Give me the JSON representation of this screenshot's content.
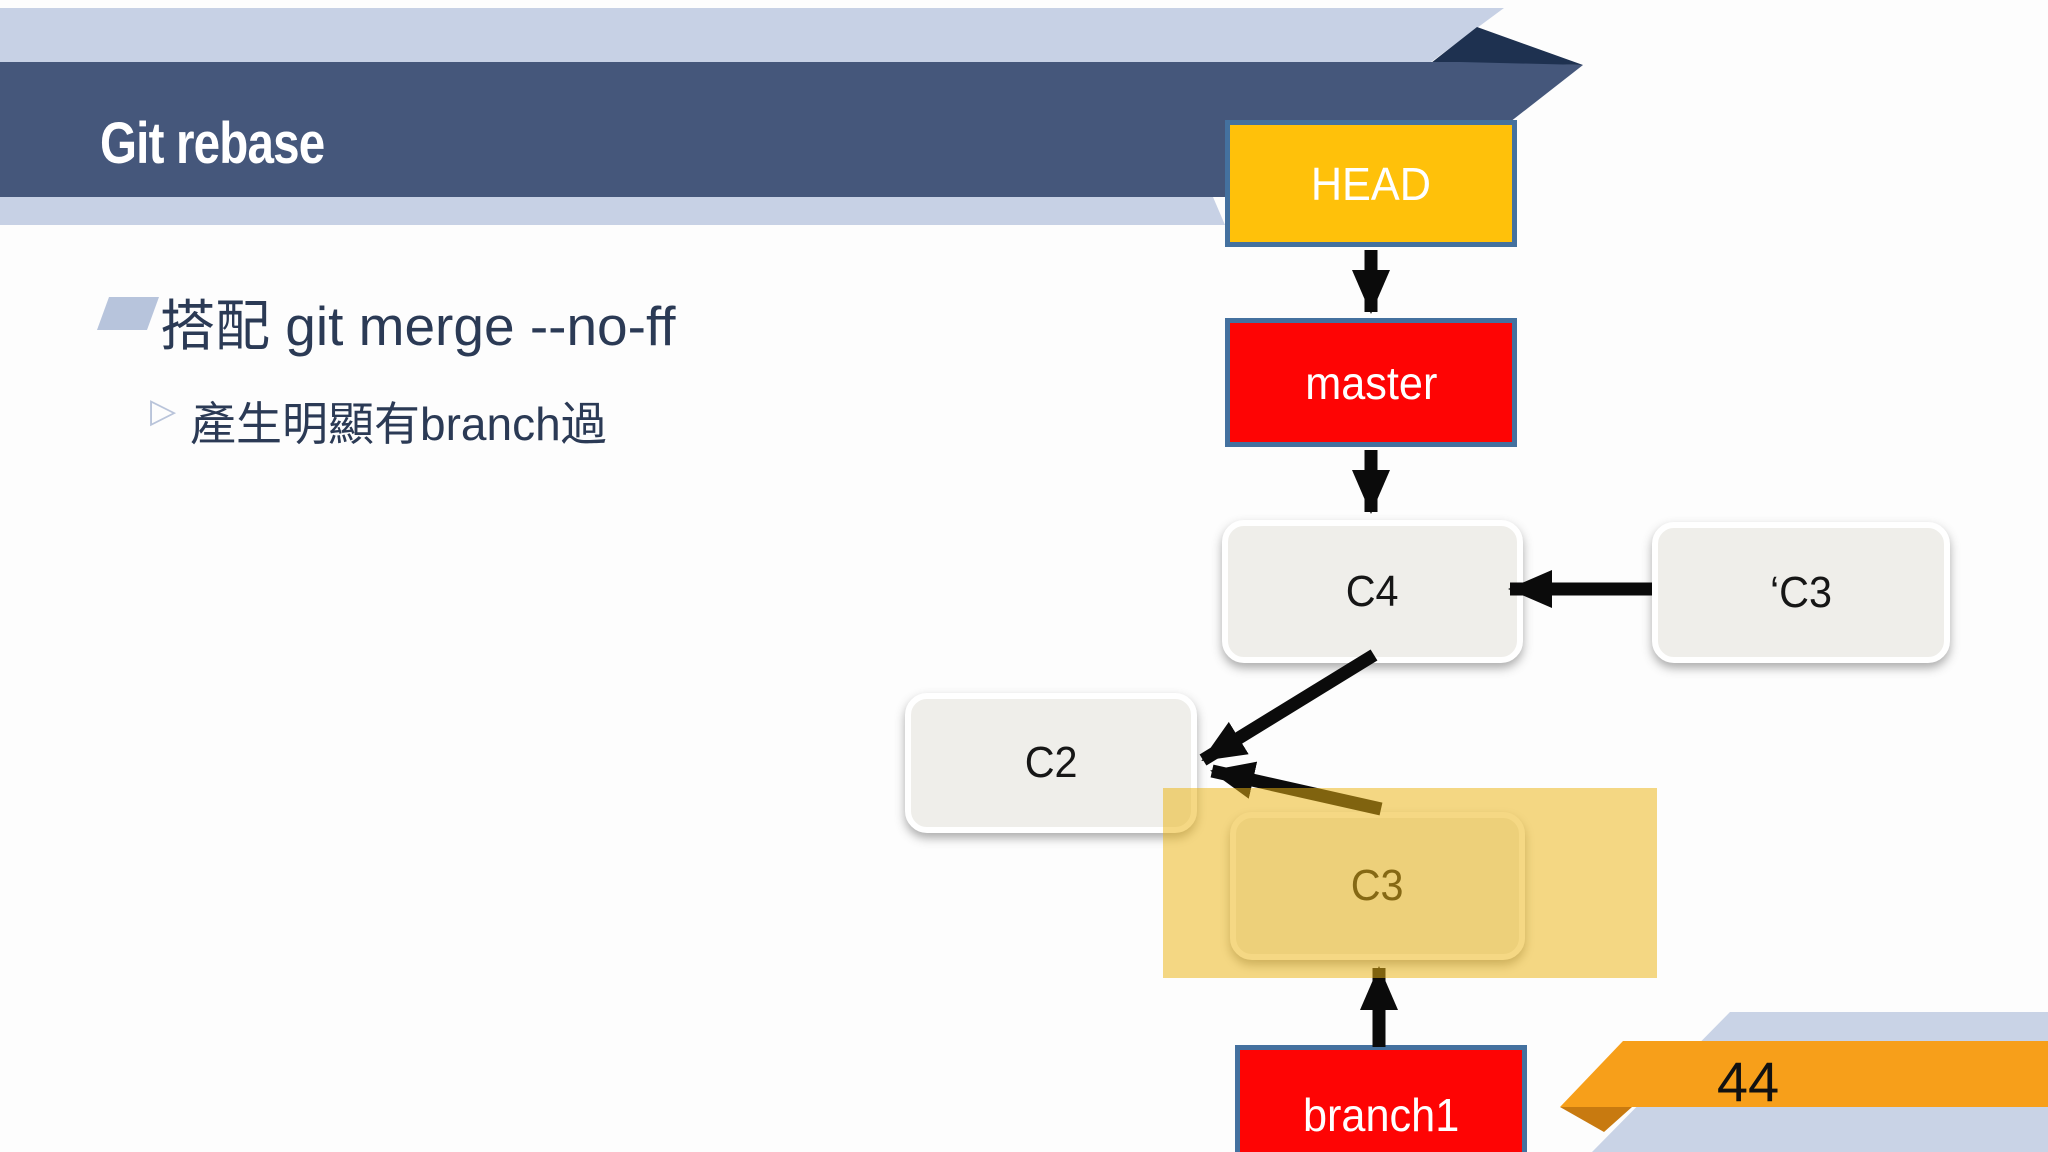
{
  "slide": {
    "title": "Git rebase",
    "bullet_1": "搭配 git merge --no-ff",
    "bullet_2": "產生明顯有branch過",
    "page_number": "44"
  },
  "diagram": {
    "head_label": "HEAD",
    "master_label": "master",
    "c4_label": "C4",
    "c3_new_label": "‘C3",
    "c2_label": "C2",
    "c3_label": "C3",
    "branch1_label": "branch1",
    "edges": [
      {
        "from": "HEAD",
        "to": "master"
      },
      {
        "from": "master",
        "to": "C4"
      },
      {
        "from": "‘C3",
        "to": "C4"
      },
      {
        "from": "C4",
        "to": "C2"
      },
      {
        "from": "C3",
        "to": "C2"
      },
      {
        "from": "branch1",
        "to": "C3"
      }
    ]
  },
  "colors": {
    "banner_main": "#45577b",
    "banner_light": "#c7d1e5",
    "banner_navy_accent": "#1e3150",
    "node_border_blue": "#44719f",
    "head_fill": "#ffc10a",
    "ref_fill_red": "#fe0404",
    "commit_fill": "#efeeea",
    "highlight_yellow": "rgba(235,181,20,0.52)",
    "ribbon_orange": "#f79f1a",
    "ribbon_fold_orange": "#c87a10",
    "text_dark": "#2b3a55",
    "arrow_black": "#0b0b0b"
  }
}
